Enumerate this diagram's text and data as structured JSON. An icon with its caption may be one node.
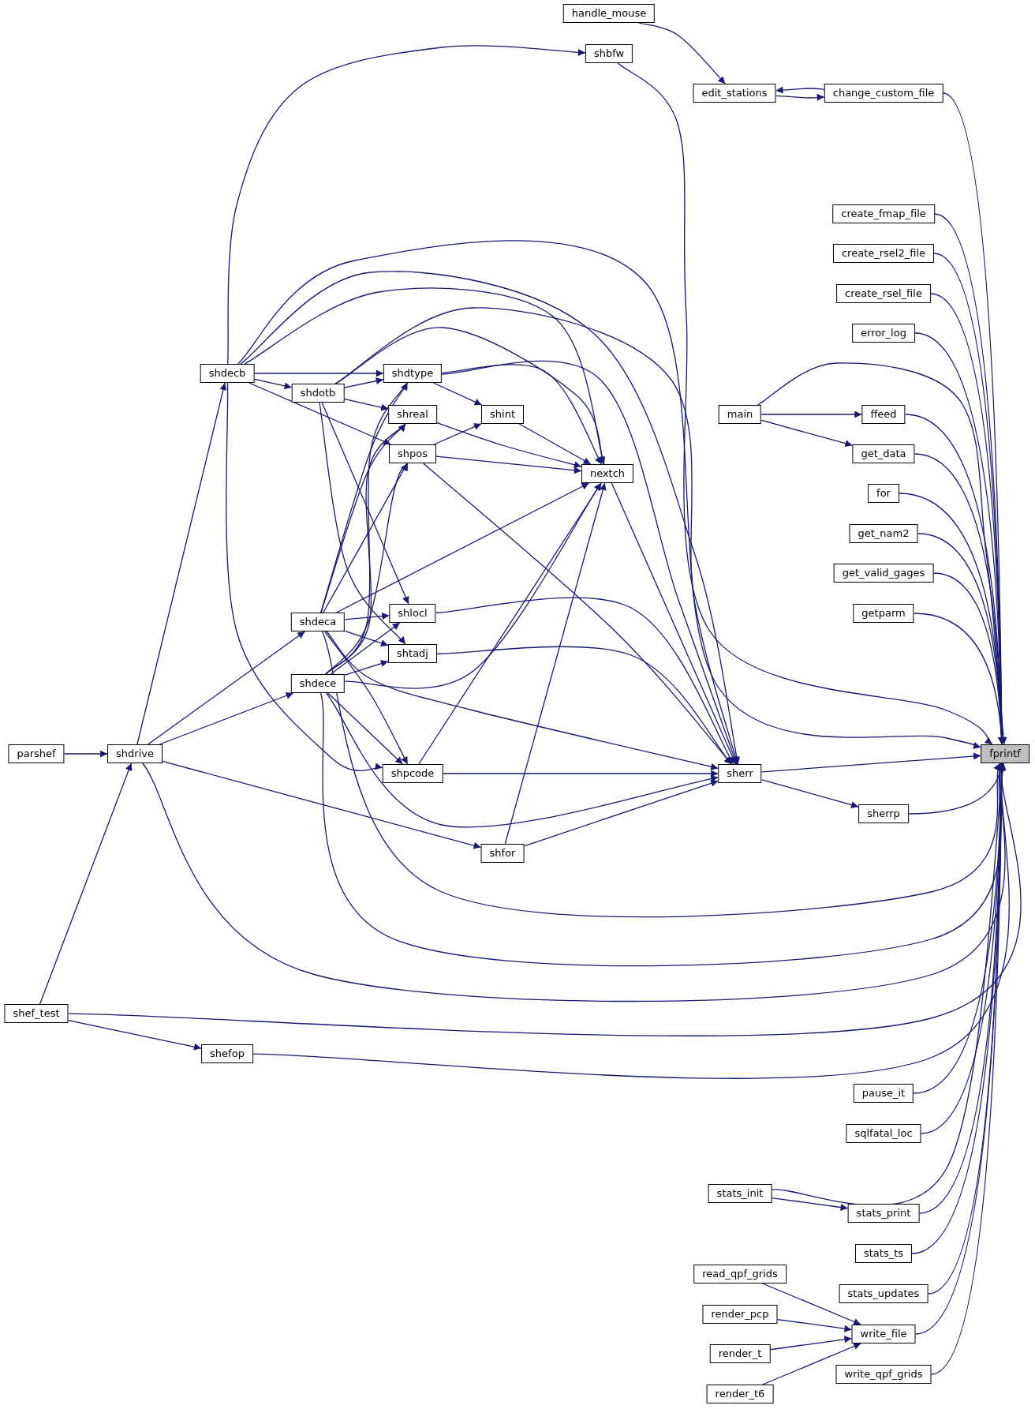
{
  "diagram": {
    "nodes": [
      {
        "text": [
          "handle_mouse"
        ]
      },
      {
        "text": [
          "shbfw"
        ]
      },
      {
        "text": [
          "edit_stations"
        ]
      },
      {
        "text": [
          "change_custom_file"
        ]
      },
      {
        "text": [
          "create_fmap_file"
        ]
      },
      {
        "text": [
          "create_rsel2_file"
        ]
      },
      {
        "text": [
          "create_rsel_file"
        ]
      },
      {
        "text": [
          "error_log"
        ]
      },
      {
        "text": [
          "shdecb"
        ]
      },
      {
        "text": [
          "shdtype"
        ]
      },
      {
        "text": [
          "shdotb"
        ]
      },
      {
        "text": [
          "main"
        ]
      },
      {
        "text": [
          "shreal"
        ]
      },
      {
        "text": [
          "shint"
        ]
      },
      {
        "text": [
          "ffeed"
        ]
      },
      {
        "text": [
          "shpos"
        ]
      },
      {
        "text": [
          "get_data"
        ]
      },
      {
        "text": [
          "nextch"
        ]
      },
      {
        "text": [
          "for"
        ]
      },
      {
        "text": [
          "get_nam2"
        ]
      },
      {
        "text": [
          "get_valid_gages"
        ]
      },
      {
        "text": [
          "shlocl"
        ]
      },
      {
        "text": [
          "getparm"
        ]
      },
      {
        "text": [
          "shdeca"
        ]
      },
      {
        "text": [
          "shtadj"
        ]
      },
      {
        "text": [
          "shdece"
        ]
      },
      {
        "text": [
          "parshef"
        ]
      },
      {
        "text": [
          "shdrive"
        ]
      },
      {
        "text": [
          "fprintf"
        ]
      },
      {
        "text": [
          "shpcode"
        ]
      },
      {
        "text": [
          "sherr"
        ]
      },
      {
        "text": [
          "sherrp"
        ]
      },
      {
        "text": [
          "shfor"
        ]
      },
      {
        "text": [
          "shef_test"
        ]
      },
      {
        "text": [
          "shefop"
        ]
      },
      {
        "text": [
          "pause_it"
        ]
      },
      {
        "text": [
          "sqlfatal_loc"
        ]
      },
      {
        "text": [
          "stats_init"
        ]
      },
      {
        "text": [
          "stats_print"
        ]
      },
      {
        "text": [
          "stats_ts"
        ]
      },
      {
        "text": [
          "read_qpf_grids"
        ]
      },
      {
        "text": [
          "stats_updates"
        ]
      },
      {
        "text": [
          "render_pcp"
        ]
      },
      {
        "text": [
          "write_file"
        ]
      },
      {
        "text": [
          "render_t"
        ]
      },
      {
        "text": [
          "write_qpf_grids"
        ]
      },
      {
        "text": [
          "render_t6"
        ]
      }
    ],
    "edges": [
      {
        "from": 0,
        "to": 2,
        "arrow": "to"
      },
      {
        "from": 2,
        "to": 3,
        "arrow": "to"
      },
      {
        "from": 3,
        "to": 2,
        "arrow": "to"
      },
      {
        "from": 3,
        "to": 28,
        "arrow": "to"
      },
      {
        "from": 4,
        "to": 28,
        "arrow": "to"
      },
      {
        "from": 5,
        "to": 28,
        "arrow": "to"
      },
      {
        "from": 6,
        "to": 28,
        "arrow": "to"
      },
      {
        "from": 7,
        "to": 28,
        "arrow": "to"
      },
      {
        "from": 11,
        "to": 14,
        "arrow": "to"
      },
      {
        "from": 11,
        "to": 16,
        "arrow": "to"
      },
      {
        "from": 11,
        "to": 28,
        "arrow": "to"
      },
      {
        "from": 14,
        "to": 28,
        "arrow": "to"
      },
      {
        "from": 16,
        "to": 28,
        "arrow": "to"
      },
      {
        "from": 18,
        "to": 28,
        "arrow": "to"
      },
      {
        "from": 19,
        "to": 28,
        "arrow": "to"
      },
      {
        "from": 20,
        "to": 28,
        "arrow": "to"
      },
      {
        "from": 22,
        "to": 28,
        "arrow": "to"
      },
      {
        "from": 8,
        "to": 1,
        "arrow": "to"
      },
      {
        "from": 1,
        "to": 28,
        "arrow": "to"
      },
      {
        "from": 8,
        "to": 9,
        "arrow": "to"
      },
      {
        "from": 8,
        "to": 10,
        "arrow": "to"
      },
      {
        "from": 8,
        "to": 15,
        "arrow": "to"
      },
      {
        "from": 8,
        "to": 17,
        "arrow": "to"
      },
      {
        "from": 8,
        "to": 30,
        "arrow": "to"
      },
      {
        "from": 8,
        "to": 29,
        "arrow": "to"
      },
      {
        "from": 8,
        "to": 28,
        "arrow": "to"
      },
      {
        "from": 10,
        "to": 9,
        "arrow": "to"
      },
      {
        "from": 10,
        "to": 12,
        "arrow": "to"
      },
      {
        "from": 10,
        "to": 17,
        "arrow": "to"
      },
      {
        "from": 10,
        "to": 30,
        "arrow": "to"
      },
      {
        "from": 10,
        "to": 21,
        "arrow": "to"
      },
      {
        "from": 10,
        "to": 24,
        "arrow": "to"
      },
      {
        "from": 9,
        "to": 13,
        "arrow": "to"
      },
      {
        "from": 9,
        "to": 17,
        "arrow": "to"
      },
      {
        "from": 9,
        "to": 30,
        "arrow": "to"
      },
      {
        "from": 12,
        "to": 17,
        "arrow": "to"
      },
      {
        "from": 13,
        "to": 17,
        "arrow": "to"
      },
      {
        "from": 15,
        "to": 13,
        "arrow": "to"
      },
      {
        "from": 15,
        "to": 17,
        "arrow": "to"
      },
      {
        "from": 15,
        "to": 30,
        "arrow": "to"
      },
      {
        "from": 17,
        "to": 30,
        "arrow": "to"
      },
      {
        "from": 23,
        "to": 9,
        "arrow": "to"
      },
      {
        "from": 23,
        "to": 12,
        "arrow": "to"
      },
      {
        "from": 23,
        "to": 15,
        "arrow": "to"
      },
      {
        "from": 23,
        "to": 17,
        "arrow": "to"
      },
      {
        "from": 23,
        "to": 21,
        "arrow": "to"
      },
      {
        "from": 23,
        "to": 24,
        "arrow": "to"
      },
      {
        "from": 23,
        "to": 29,
        "arrow": "to"
      },
      {
        "from": 23,
        "to": 30,
        "arrow": "to"
      },
      {
        "from": 23,
        "to": 28,
        "arrow": "to"
      },
      {
        "from": 25,
        "to": 9,
        "arrow": "to"
      },
      {
        "from": 25,
        "to": 12,
        "arrow": "to"
      },
      {
        "from": 25,
        "to": 15,
        "arrow": "to"
      },
      {
        "from": 25,
        "to": 21,
        "arrow": "to"
      },
      {
        "from": 25,
        "to": 24,
        "arrow": "to"
      },
      {
        "from": 25,
        "to": 17,
        "arrow": "to"
      },
      {
        "from": 25,
        "to": 29,
        "arrow": "to"
      },
      {
        "from": 25,
        "to": 30,
        "arrow": "to"
      },
      {
        "from": 25,
        "to": 28,
        "arrow": "to"
      },
      {
        "from": 21,
        "to": 30,
        "arrow": "to"
      },
      {
        "from": 24,
        "to": 30,
        "arrow": "to"
      },
      {
        "from": 29,
        "to": 17,
        "arrow": "to"
      },
      {
        "from": 29,
        "to": 30,
        "arrow": "to"
      },
      {
        "from": 32,
        "to": 17,
        "arrow": "to"
      },
      {
        "from": 32,
        "to": 30,
        "arrow": "to"
      },
      {
        "from": 30,
        "to": 31,
        "arrow": "to"
      },
      {
        "from": 30,
        "to": 28,
        "arrow": "to"
      },
      {
        "from": 31,
        "to": 28,
        "arrow": "to"
      },
      {
        "from": 27,
        "to": 8,
        "arrow": "to"
      },
      {
        "from": 27,
        "to": 23,
        "arrow": "to"
      },
      {
        "from": 27,
        "to": 25,
        "arrow": "to"
      },
      {
        "from": 27,
        "to": 32,
        "arrow": "to"
      },
      {
        "from": 27,
        "to": 28,
        "arrow": "to"
      },
      {
        "from": 26,
        "to": 27,
        "arrow": "to"
      },
      {
        "from": 33,
        "to": 27,
        "arrow": "to"
      },
      {
        "from": 33,
        "to": 34,
        "arrow": "to"
      },
      {
        "from": 33,
        "to": 28,
        "arrow": "to"
      },
      {
        "from": 34,
        "to": 28,
        "arrow": "to"
      },
      {
        "from": 35,
        "to": 28,
        "arrow": "to"
      },
      {
        "from": 36,
        "to": 28,
        "arrow": "to"
      },
      {
        "from": 37,
        "to": 28,
        "arrow": "to"
      },
      {
        "from": 38,
        "to": 28,
        "arrow": "to"
      },
      {
        "from": 39,
        "to": 28,
        "arrow": "to"
      },
      {
        "from": 41,
        "to": 28,
        "arrow": "to"
      },
      {
        "from": 43,
        "to": 28,
        "arrow": "to"
      },
      {
        "from": 45,
        "to": 28,
        "arrow": "to"
      },
      {
        "from": 37,
        "to": 38,
        "arrow": "to"
      },
      {
        "from": 40,
        "to": 43,
        "arrow": "to"
      },
      {
        "from": 42,
        "to": 43,
        "arrow": "to"
      },
      {
        "from": 44,
        "to": 43,
        "arrow": "to"
      },
      {
        "from": 46,
        "to": 43,
        "arrow": "to"
      }
    ]
  }
}
